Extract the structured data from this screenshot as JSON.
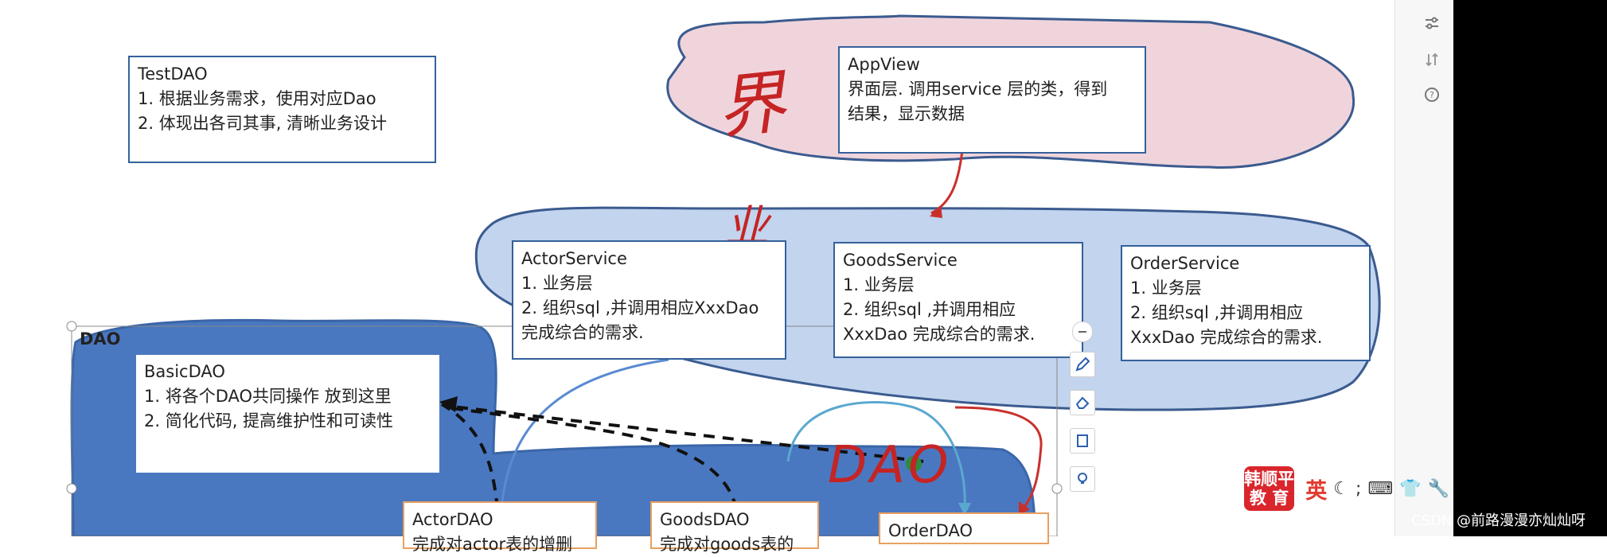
{
  "blobs": [
    {
      "name": "view-layer-blob",
      "fill": "#f0d4dc",
      "stroke": "#3b5b8f"
    },
    {
      "name": "service-layer-blob",
      "fill": "#c2d4ee",
      "stroke": "#3b5b8f"
    },
    {
      "name": "dao-layer-blob",
      "fill": "#4a78c0",
      "stroke": "#3a66a8"
    }
  ],
  "boxes": {
    "testdao": {
      "title": "TestDAO",
      "lines": [
        "1. 根据业务需求，使用对应Dao",
        "2. 体现出各司其事, 清晰业务设计"
      ]
    },
    "appview": {
      "title": "AppView",
      "lines": [
        "界面层. 调用service 层的类，得到",
        "结果，显示数据"
      ]
    },
    "actorservice": {
      "title": "ActorService",
      "lines": [
        "1. 业务层",
        "2. 组织sql ,并调用相应XxxDao",
        "完成综合的需求."
      ]
    },
    "goodsservice": {
      "title": "GoodsService",
      "lines": [
        "1. 业务层",
        "2. 组织sql ,并调用相应",
        "XxxDao 完成综合的需求."
      ]
    },
    "orderservice": {
      "title": "OrderService",
      "lines": [
        "1. 业务层",
        "2. 组织sql ,并调用相应",
        "XxxDao 完成综合的需求."
      ]
    },
    "basicdao": {
      "title": "BasicDAO",
      "lines": [
        "1. 将各个DAO共同操作 放到这里",
        "2. 简化代码, 提高维护性和可读性"
      ]
    },
    "actordao": {
      "title": "ActorDAO",
      "lines": [
        "完成对actor表的增删"
      ]
    },
    "goodsdao": {
      "title": "GoodsDAO",
      "lines": [
        "完成对goods表的"
      ]
    },
    "orderdao": {
      "title": "OrderDAO"
    }
  },
  "group_label": "DAO",
  "handwriting": {
    "view": "界",
    "service": "业",
    "dao": "DAO"
  },
  "toolbar": [
    "minus-icon",
    "pen-icon",
    "eraser-icon",
    "frame-icon",
    "bulb-icon"
  ],
  "side_panel": [
    "settings-sliders-icon",
    "swap-icon",
    "help-icon"
  ],
  "ime": {
    "logo_line1": "韩顺平",
    "logo_line2": "教 育",
    "lang": "英",
    "icons": [
      "moon-icon",
      "punctuation-icon",
      "keyboard-icon",
      "shirt-icon",
      "wrench-icon"
    ]
  },
  "watermark": "CSDN @前路漫漫亦灿灿呀",
  "colors": {
    "accent_red": "#c9302c",
    "blue_text": "#34619b",
    "handwriting_red": "#c52424"
  }
}
